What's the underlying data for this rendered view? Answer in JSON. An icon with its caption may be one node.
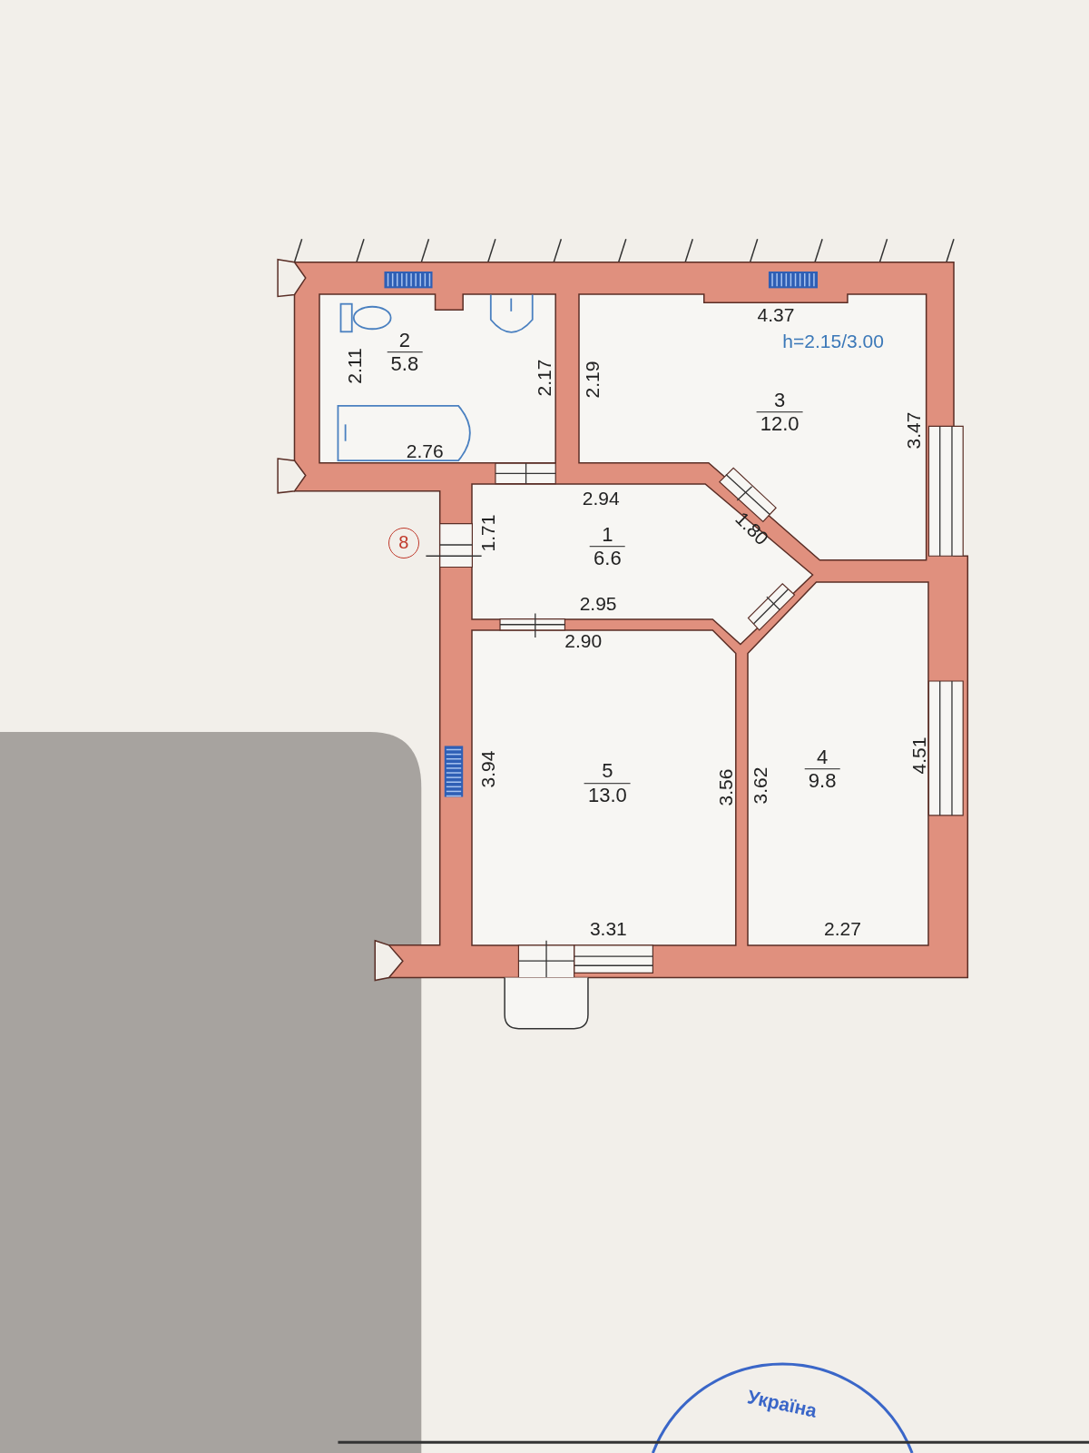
{
  "diagram": {
    "nodes": [
      {
        "text": [
          "2",
          "5.8"
        ]
      },
      {
        "text": [
          "3",
          "12.0"
        ]
      },
      {
        "text": [
          "1",
          "6.6"
        ]
      },
      {
        "text": [
          "8"
        ]
      },
      {
        "text": [
          "5",
          "13.0"
        ]
      },
      {
        "text": [
          "4",
          "9.8"
        ]
      }
    ],
    "labels": [
      "4.37",
      "h=2.15/3.00",
      "2.11",
      "2.17",
      "2.19",
      "3.47",
      "2.76",
      "2.94",
      "1.71",
      "1.80",
      "2.95",
      "2.90",
      "3.94",
      "3.56",
      "3.62",
      "4.51",
      "3.31",
      "2.27",
      "Україна"
    ]
  }
}
